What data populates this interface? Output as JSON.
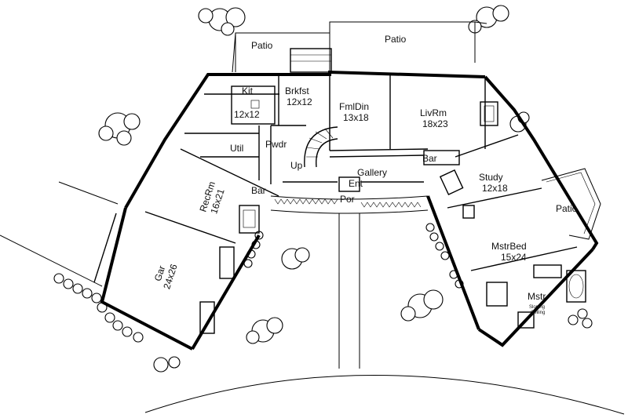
{
  "plan": {
    "rooms": {
      "patio_left": {
        "name": "Patio"
      },
      "patio_top": {
        "name": "Patio"
      },
      "patio_right": {
        "name": "Patio"
      },
      "kitchen": {
        "name": "Kit",
        "size": "12x12"
      },
      "breakfast": {
        "name": "Brkfst",
        "size": "12x12"
      },
      "family_dining": {
        "name": "FmlDin",
        "size": "13x18"
      },
      "living_room": {
        "name": "LivRm",
        "size": "18x23"
      },
      "utility": {
        "name": "Util"
      },
      "powder": {
        "name": "Pwdr"
      },
      "up_stair": {
        "name": "Up"
      },
      "gallery": {
        "name": "Gallery"
      },
      "entry": {
        "name": "Ent"
      },
      "porch": {
        "name": "Por"
      },
      "bar_right": {
        "name": "Bar"
      },
      "bar_left": {
        "name": "Bar"
      },
      "rec_room": {
        "name": "RecRm",
        "size": "16x21"
      },
      "garage": {
        "name": "Gar",
        "size": "24x26"
      },
      "study": {
        "name": "Study",
        "size": "12x18"
      },
      "master_bed": {
        "name": "MstrBed",
        "size": "15x24"
      },
      "master_bath": {
        "name": "Mstr"
      },
      "ceiling_note": {
        "line1": "Sloping",
        "line2": "Ceiling"
      }
    }
  }
}
